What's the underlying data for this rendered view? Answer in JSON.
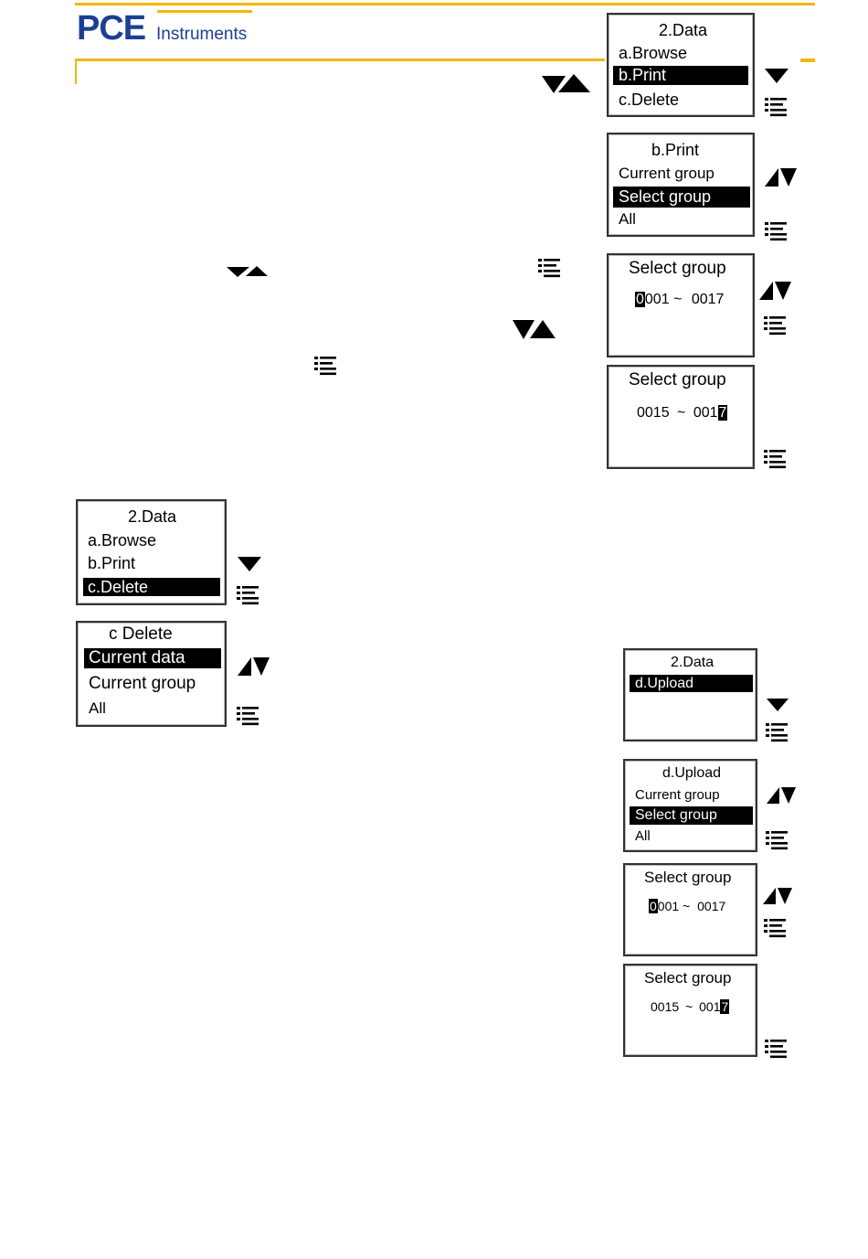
{
  "header": {
    "brand": "PCE",
    "brand_sub": "Instruments"
  },
  "screens": {
    "print_menu": {
      "title": "2.Data",
      "items": [
        "a.Browse",
        "b.Print",
        "c.Delete"
      ],
      "selected": "b.Print"
    },
    "print_options": {
      "title": "b.Print",
      "items": [
        "Current group",
        "Select group",
        "All"
      ],
      "selected": "Select group"
    },
    "print_select_start": {
      "title": "Select group",
      "cursor": "0",
      "from_rest": "001",
      "sep": "~",
      "to": "0017"
    },
    "print_select_end": {
      "title": "Select group",
      "from": "0015",
      "sep": "~",
      "to_rest": "001",
      "cursor": "7"
    },
    "delete_menu": {
      "title": "2.Data",
      "items": [
        "a.Browse",
        "b.Print",
        "c.Delete"
      ],
      "selected": "c.Delete"
    },
    "delete_options": {
      "title": "c Delete",
      "items": [
        "Current data",
        "Current group",
        "All"
      ],
      "selected": "Current data"
    },
    "upload_menu": {
      "title": "2.Data",
      "items": [
        "d.Upload"
      ],
      "selected": "d.Upload"
    },
    "upload_options": {
      "title": "d.Upload",
      "items": [
        "Current group",
        "Select group",
        "All"
      ],
      "selected": "Select group"
    },
    "upload_select_start": {
      "title": "Select group",
      "cursor": "0",
      "from_rest": "001",
      "sep": "~",
      "to": "0017"
    },
    "upload_select_end": {
      "title": "Select group",
      "from": "0015",
      "sep": "~",
      "to_rest": "001",
      "cursor": "7"
    }
  },
  "icons": {
    "down": "down-arrow-key-icon",
    "updown": "up-down-arrow-key-icon",
    "downup": "down-up-arrow-key-icon",
    "menu": "menu-list-key-icon"
  },
  "colors": {
    "brand_blue": "#1c3f94",
    "accent_yellow": "#f2b705"
  }
}
